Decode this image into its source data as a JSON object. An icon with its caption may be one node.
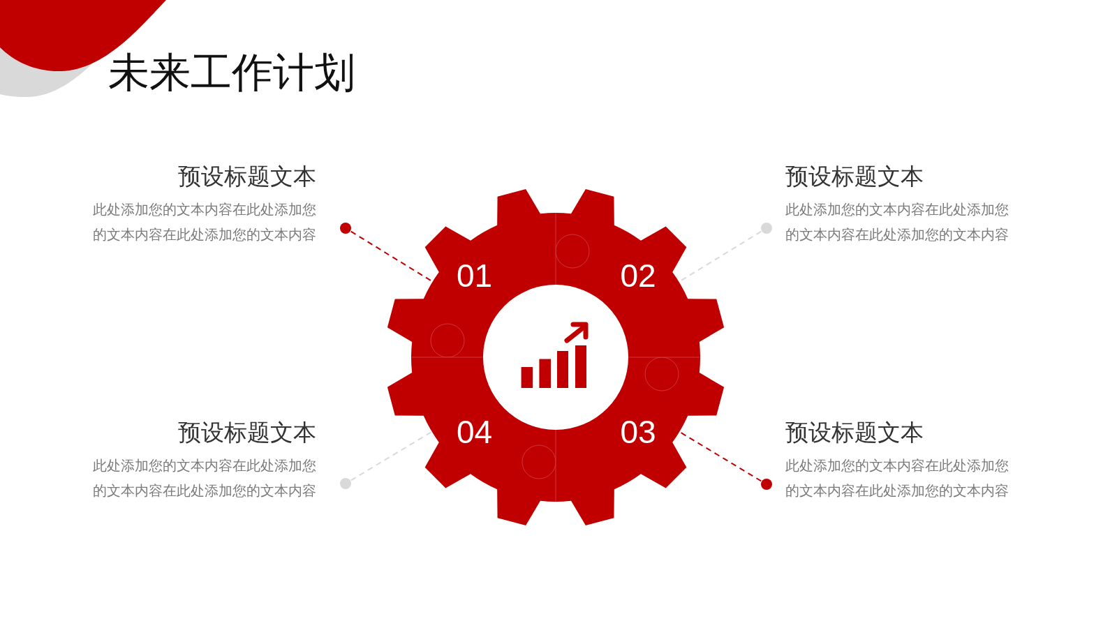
{
  "diagram": {
    "title": "未来工作计划",
    "nodes": [
      {
        "text": [],
        "shape": "circle",
        "beside": [
          "预设标题文本",
          "此处添加您的文本内容在此处添加您的文本内容在此处添加您的文本内容"
        ]
      },
      {
        "text": [],
        "shape": "circle",
        "beside": [
          "预设标题文本",
          "此处添加您的文本内容在此处添加您的文本内容在此处添加您的文本内容"
        ]
      },
      {
        "text": [
          "01"
        ]
      },
      {
        "text": [
          "02"
        ]
      },
      {
        "text": [
          "04"
        ]
      },
      {
        "text": [
          "03"
        ]
      },
      {
        "text": [],
        "shape": "circle",
        "beside": [
          "预设标题文本",
          "此处添加您的文本内容在此处添加您的文本内容在此处添加您的文本内容"
        ]
      },
      {
        "text": [],
        "shape": "circle",
        "beside": [
          "预设标题文本",
          "此处添加您的文本内容在此处添加您的文本内容在此处添加您的文本内容"
        ]
      }
    ],
    "edges": [
      {
        "from": 0,
        "to": 2,
        "arrow": "none",
        "style": "dashed",
        "color": "#c00000"
      },
      {
        "from": 1,
        "to": 3,
        "arrow": "none",
        "style": "dashed",
        "color": "#d9d9d9"
      },
      {
        "from": 6,
        "to": 4,
        "arrow": "none",
        "style": "dashed",
        "color": "#d9d9d9"
      },
      {
        "from": 7,
        "to": 5,
        "arrow": "none",
        "style": "dashed",
        "color": "#c00000"
      }
    ]
  }
}
